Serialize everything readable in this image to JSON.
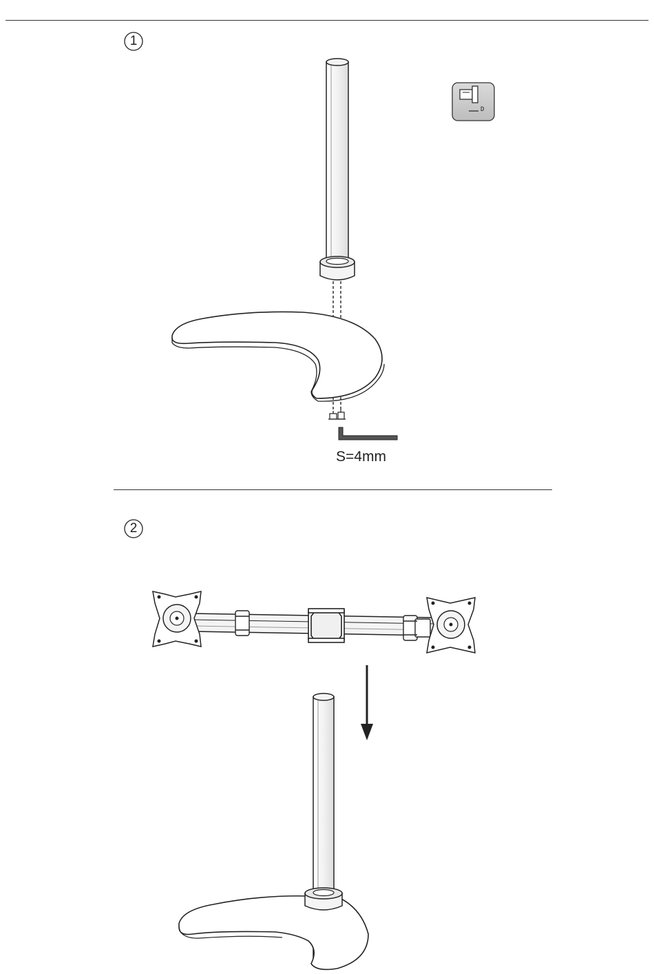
{
  "steps": [
    {
      "number": "1"
    },
    {
      "number": "2"
    }
  ],
  "hardware_tag": {
    "letter": "D"
  },
  "tool": {
    "hex_key_size": "S=4mm"
  }
}
